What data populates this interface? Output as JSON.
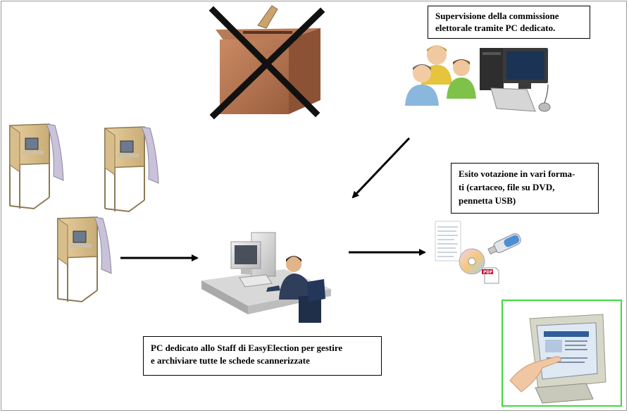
{
  "labels": {
    "supervision": "Supervisione della commissione elettorale tramite PC dedicato.",
    "results": "Esito votazione in vari forma-\nti (cartaceo, file su DVD,\npennetta USB)",
    "staff_pc": "PC dedicato allo Staff di EasyElection per gestire\ne archiviare tutte le schede scannerizzate"
  },
  "icons": {
    "ballot_box": "crossed-ballot-box-icon",
    "booths": "voting-booth-icon",
    "committee": "committee-people-icon",
    "monitor": "desktop-computer-icon",
    "operator": "operator-workstation-icon",
    "outputs": "output-media-icon",
    "touchscreen": "touchscreen-kiosk-icon"
  },
  "colors": {
    "frame": "#9a9a9a",
    "highlight_border": "#3fd93f",
    "arrow": "#000000"
  }
}
